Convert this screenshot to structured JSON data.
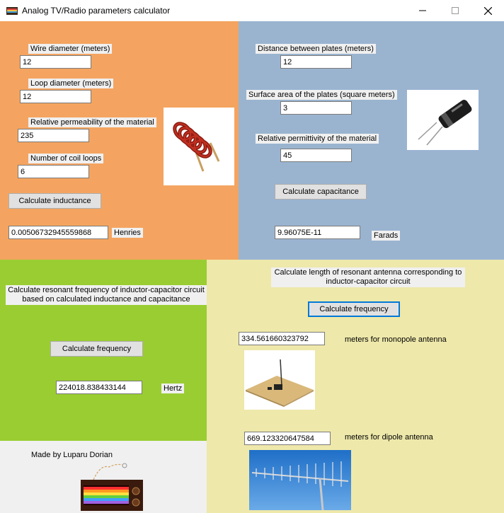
{
  "window": {
    "title": "Analog TV/Radio parameters calculator"
  },
  "inductance": {
    "wire_label": "Wire diameter (meters)",
    "wire_value": "12",
    "loop_label": "Loop diameter (meters)",
    "loop_value": "12",
    "perm_label": "Relative permeability of the material",
    "perm_value": "235",
    "loops_label": "Number of coil loops",
    "loops_value": "6",
    "calc_button": "Calculate inductance",
    "result": "0.00506732945559868",
    "unit": "Henries"
  },
  "capacitance": {
    "distance_label": "Distance between plates (meters)",
    "distance_value": "12",
    "area_label": "Surface area of the plates (square meters)",
    "area_value": "3",
    "permittivity_label": "Relative permittivity of the material",
    "permittivity_value": "45",
    "calc_button": "Calculate capacitance",
    "result": "9.96075E-11",
    "unit": "Farads"
  },
  "frequency": {
    "description": "Calculate resonant frequency of inductor-capacitor circuit based on calculated inductance and capacitance",
    "calc_button": "Calculate frequency",
    "result": "224018.838433144",
    "unit": "Hertz"
  },
  "antenna": {
    "description": "Calculate length of resonant antenna corresponding to inductor-capacitor circuit",
    "calc_button": "Calculate frequency",
    "monopole_value": "334.561660323792",
    "monopole_label": "meters for monopole antenna",
    "dipole_value": "669.123320647584",
    "dipole_label": "meters for dipole antenna"
  },
  "footer": {
    "credit": "Made by Luparu Dorian"
  },
  "colors": {
    "inductance_panel": "#f4a460",
    "capacitance_panel": "#9ab4d0",
    "frequency_panel": "#9acd32",
    "antenna_panel": "#eee8aa",
    "focus_border": "#0078d7"
  }
}
